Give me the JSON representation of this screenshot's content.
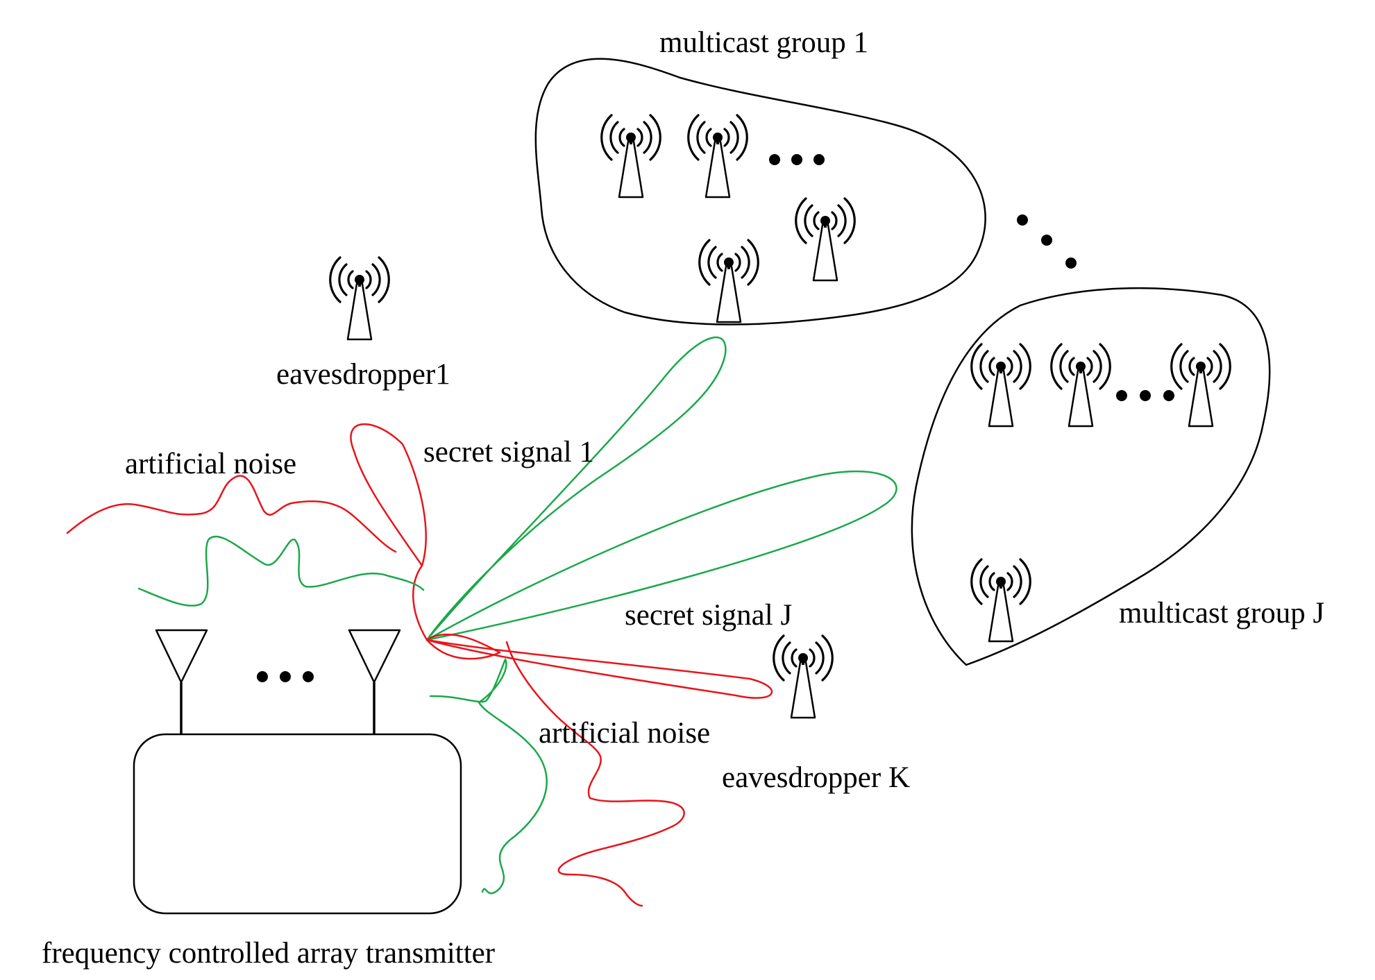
{
  "labels": {
    "group1": "multicast group 1",
    "groupJ": "multicast group J",
    "eve1": "eavesdropper1",
    "eveK": "eavesdropper K",
    "noise_top": "artificial noise",
    "noise_bottom": "artificial noise",
    "signal1": "secret signal 1",
    "signalJ": "secret signal J",
    "transmitter": "frequency controlled array transmitter"
  },
  "colors": {
    "secret_signal": "#1aa84a",
    "artificial_noise": "#e8141b",
    "outline": "#000000"
  },
  "icons": {
    "receiver": "wireless-antenna-tower-icon",
    "transmit_antenna": "triangle-antenna-icon",
    "ellipsis": "ellipsis-dots-icon"
  }
}
